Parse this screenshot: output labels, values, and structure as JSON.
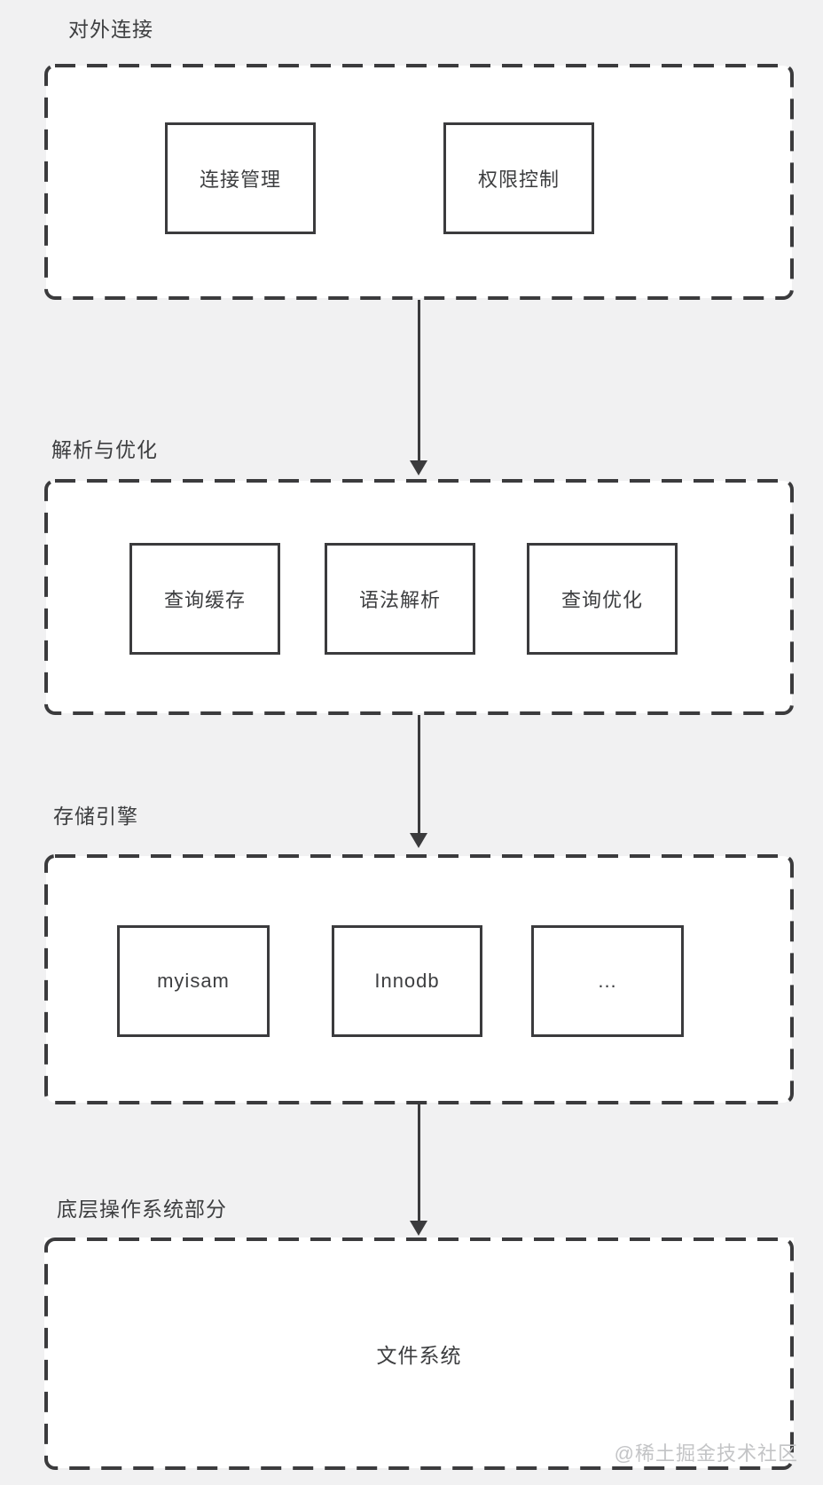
{
  "page": {
    "background_color": "#f1f1f2",
    "watermark": "@稀土掘金技术社区"
  },
  "palette": {
    "border_color": "#3b3b3d",
    "text_color": "#3d3e40",
    "node_fill": "#ffffff",
    "watermark_color": "#c3c4c6"
  },
  "diagram": {
    "type": "layered-flow",
    "flow_direction": "top-to-bottom",
    "arrow_count": 3
  },
  "sections": [
    {
      "label": "对外连接",
      "nodes": [
        "连接管理",
        "权限控制"
      ]
    },
    {
      "label": "解析与优化",
      "nodes": [
        "查询缓存",
        "语法解析",
        "查询优化"
      ]
    },
    {
      "label": "存储引擎",
      "nodes": [
        "myisam",
        "Innodb",
        "..."
      ]
    },
    {
      "label": "底层操作系统部分",
      "text": "文件系统"
    }
  ]
}
